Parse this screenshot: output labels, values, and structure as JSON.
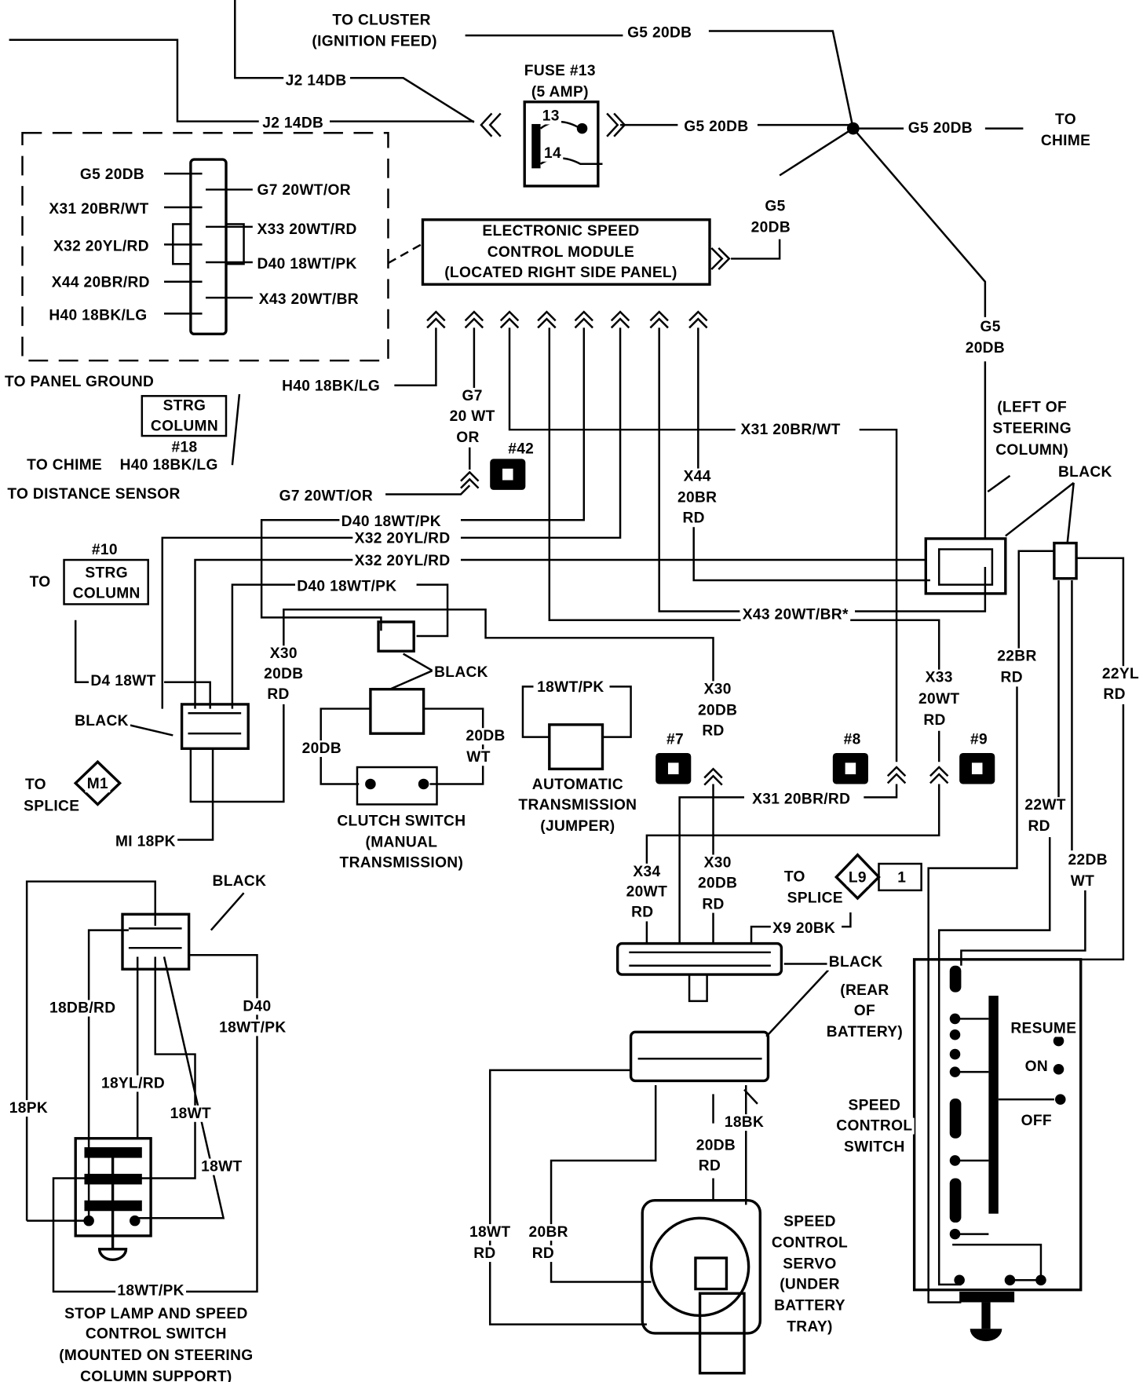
{
  "labels": [
    "TO CLUSTER",
    "(IGNITION FEED)",
    "G5 20DB",
    "J2 14DB",
    "FUSE #13",
    "(5 AMP)",
    "13",
    "14",
    "J2 14DB",
    "G5 20DB",
    "G5 20DB",
    "TO",
    "CHIME",
    "G5 20DB",
    "G7 20WT/OR",
    "X31 20BR/WT",
    "X33 20WT/RD",
    "X32 20YL/RD",
    "D40 18WT/PK",
    "X44 20BR/RD",
    "X43 20WT/BR",
    "H40 18BK/LG",
    "ELECTRONIC SPEED",
    "CONTROL MODULE",
    "(LOCATED RIGHT SIDE PANEL)",
    "G5",
    "20DB",
    "G5",
    "20DB",
    "TO PANEL GROUND",
    "H40 18BK/LG",
    "STRG",
    "COLUMN",
    "#18",
    "TO CHIME",
    "H40 18BK/LG",
    "G7",
    "20 WT",
    "OR",
    "#42",
    "X31 20BR/WT",
    "(LEFT OF",
    "STEERING",
    "COLUMN)",
    "BLACK",
    "TO DISTANCE SENSOR",
    "G7 20WT/OR",
    "X44",
    "20BR",
    "RD",
    "D40 18WT/PK",
    "X32 20YL/RD",
    "X32 20YL/RD",
    "#10",
    "STRG",
    "COLUMN",
    "TO",
    "D40 18WT/PK",
    "X43 20WT/BR*",
    "X30",
    "20DB",
    "RD",
    "BLACK",
    "22BR",
    "RD",
    "22YL",
    "RD",
    "D4 18WT",
    "X30",
    "20DB",
    "RD",
    "18WT/PK",
    "X33",
    "20WT",
    "RD",
    "BLACK",
    "20DB",
    "20DB",
    "WT",
    "#7",
    "#8",
    "#9",
    "AUTOMATIC",
    "TRANSMISSION",
    "(JUMPER)",
    "TO",
    "M1",
    "SPLICE",
    "X31 20BR/RD",
    "22WT",
    "RD",
    "CLUTCH SWITCH",
    "(MANUAL",
    "TRANSMISSION)",
    "MI 18PK",
    "22DB",
    "WT",
    "X34",
    "20WT",
    "RD",
    "X30",
    "20DB",
    "RD",
    "TO",
    "SPLICE",
    "L9",
    "1",
    "BLACK",
    "X9 20BK",
    "BLACK",
    "(REAR",
    "OF",
    "BATTERY)",
    "18DB/RD",
    "D40",
    "18WT/PK",
    "RESUME",
    "ON",
    "18YL/RD",
    "SPEED",
    "CONTROL",
    "SWITCH",
    "18PK",
    "18WT",
    "OFF",
    "18BK",
    "20DB",
    "RD",
    "18WT",
    "SPEED",
    "CONTROL",
    "SERVO",
    "(UNDER",
    "BATTERY",
    "TRAY)",
    "18WT",
    "RD",
    "20BR",
    "RD",
    "18WT/PK",
    "STOP LAMP AND SPEED",
    "CONTROL SWITCH",
    "(MOUNTED ON STEERING",
    "COLUMN SUPPORT)"
  ]
}
